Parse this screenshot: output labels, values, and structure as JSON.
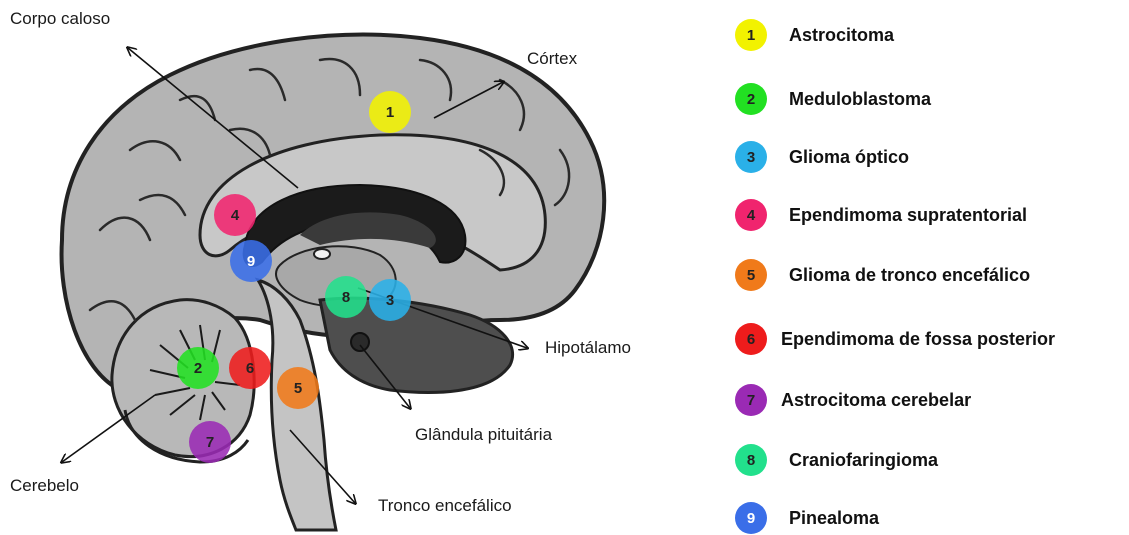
{
  "labels": {
    "corpo_caloso": "Corpo caloso",
    "cortex": "Córtex",
    "hipotalamo": "Hipotálamo",
    "glandula": "Glândula pituitária",
    "cerebelo": "Cerebelo",
    "tronco": "Tronco encefálico"
  },
  "markers": [
    {
      "num": "1",
      "color": "#f2f200",
      "text_color": "#222222"
    },
    {
      "num": "2",
      "color": "#22e022",
      "text_color": "#222222"
    },
    {
      "num": "3",
      "color": "#2ab0e8",
      "text_color": "#222222"
    },
    {
      "num": "4",
      "color": "#f0246e",
      "text_color": "#222222"
    },
    {
      "num": "5",
      "color": "#f07a1a",
      "text_color": "#222222"
    },
    {
      "num": "6",
      "color": "#ee1c1c",
      "text_color": "#222222"
    },
    {
      "num": "7",
      "color": "#9a2ab4",
      "text_color": "#222222"
    },
    {
      "num": "8",
      "color": "#22e08c",
      "text_color": "#222222"
    },
    {
      "num": "9",
      "color": "#3a6ee8",
      "text_color": "#ffffff"
    }
  ],
  "legend": [
    {
      "num": "1",
      "text": "Astrocitoma"
    },
    {
      "num": "2",
      "text": "Meduloblastoma"
    },
    {
      "num": "3",
      "text": "Glioma óptico"
    },
    {
      "num": "4",
      "text": "Ependimoma supratentorial"
    },
    {
      "num": "5",
      "text": "Glioma de tronco encefálico"
    },
    {
      "num": "6",
      "text": "Ependimoma de fossa posterior"
    },
    {
      "num": "7",
      "text": "Astrocitoma cerebelar"
    },
    {
      "num": "8",
      "text": "Craniofaringioma"
    },
    {
      "num": "9",
      "text": "Pinealoma"
    }
  ]
}
